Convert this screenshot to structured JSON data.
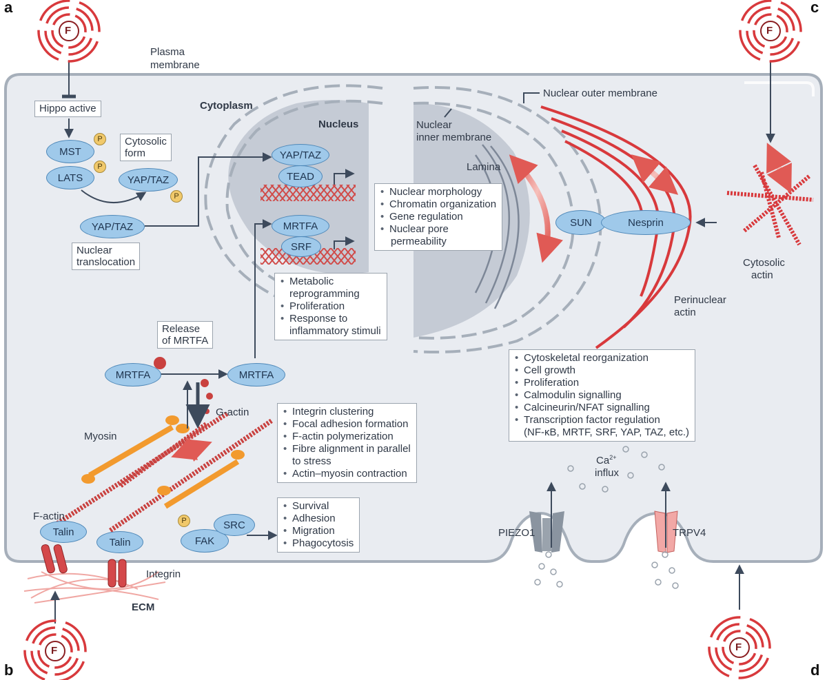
{
  "panels": {
    "a": "a",
    "b": "b",
    "c": "c",
    "d": "d"
  },
  "force_label": "F",
  "labels": {
    "plasma_membrane_1": "Plasma",
    "plasma_membrane_2": "membrane",
    "cytoplasm": "Cytoplasm",
    "nucleus": "Nucleus",
    "nuclear_outer_membrane": "Nuclear outer membrane",
    "nuclear_inner_membrane_1": "Nuclear",
    "nuclear_inner_membrane_2": "inner membrane",
    "lamina": "Lamina",
    "cytosolic_actin_1": "Cytosolic",
    "cytosolic_actin_2": "actin",
    "perinuclear_actin_1": "Perinuclear",
    "perinuclear_actin_2": "actin",
    "g_actin": "G-actin",
    "myosin": "Myosin",
    "f_actin": "F-actin",
    "integrin": "Integrin",
    "ecm": "ECM",
    "piezo1": "PIEZO1",
    "trpv4": "TRPV4",
    "ca": "Ca",
    "ca_sup": "2+",
    "influx": "influx"
  },
  "boxes": {
    "hippo_active": "Hippo active",
    "cytosolic_form_1": "Cytosolic",
    "cytosolic_form_2": "form",
    "nuclear_translocation_1": "Nuclear",
    "nuclear_translocation_2": "translocation",
    "release_mrtfa_1": "Release",
    "release_mrtfa_2": "of MRTFA"
  },
  "nodes": {
    "mst": "MST",
    "lats": "LATS",
    "yaptaz_cyto": "YAP/TAZ",
    "yaptaz_trans": "YAP/TAZ",
    "yaptaz_nuc": "YAP/TAZ",
    "tead": "TEAD",
    "mrtfa_nuc": "MRTFA",
    "srf": "SRF",
    "mrtfa_bound": "MRTFA",
    "mrtfa_free": "MRTFA",
    "sun": "SUN",
    "nesprin": "Nesprin",
    "talin_1": "Talin",
    "talin_2": "Talin",
    "fak": "FAK",
    "src": "SRC"
  },
  "phospho": "P",
  "lists": {
    "nuclear_effects": [
      "Nuclear morphology",
      "Chromatin organization",
      "Gene regulation",
      "Nuclear pore",
      "permeability"
    ],
    "mrtfa_effects": [
      "Metabolic",
      "reprogramming",
      "Proliferation",
      "Response to",
      "inflammatory stimuli"
    ],
    "integrin_effects": [
      "Integrin clustering",
      "Focal adhesion formation",
      "F-actin polymerization",
      "Fibre alignment in parallel",
      "to stress",
      "Actin–myosin contraction"
    ],
    "fak_effects": [
      "Survival",
      "Adhesion",
      "Migration",
      "Phagocytosis"
    ],
    "calcium_effects": [
      "Cytoskeletal reorganization",
      "Cell growth",
      "Proliferation",
      "Calmodulin signalling",
      "Calcineurin/NFAT signalling",
      "Transcription factor regulation",
      "(NF-κB, MRTF, SRF, YAP, TAZ, etc.)"
    ]
  },
  "colors": {
    "cell_fill": "#e9ecf1",
    "membrane": "#a6afba",
    "nucleus_shade": "#c5cbd5",
    "protein_fill": "#9fc9ea",
    "protein_stroke": "#4f88b8",
    "force_red": "#d8393c",
    "arrow": "#3d4a5c",
    "phospho": "#f1c96b",
    "myosin": "#f29a2e"
  }
}
